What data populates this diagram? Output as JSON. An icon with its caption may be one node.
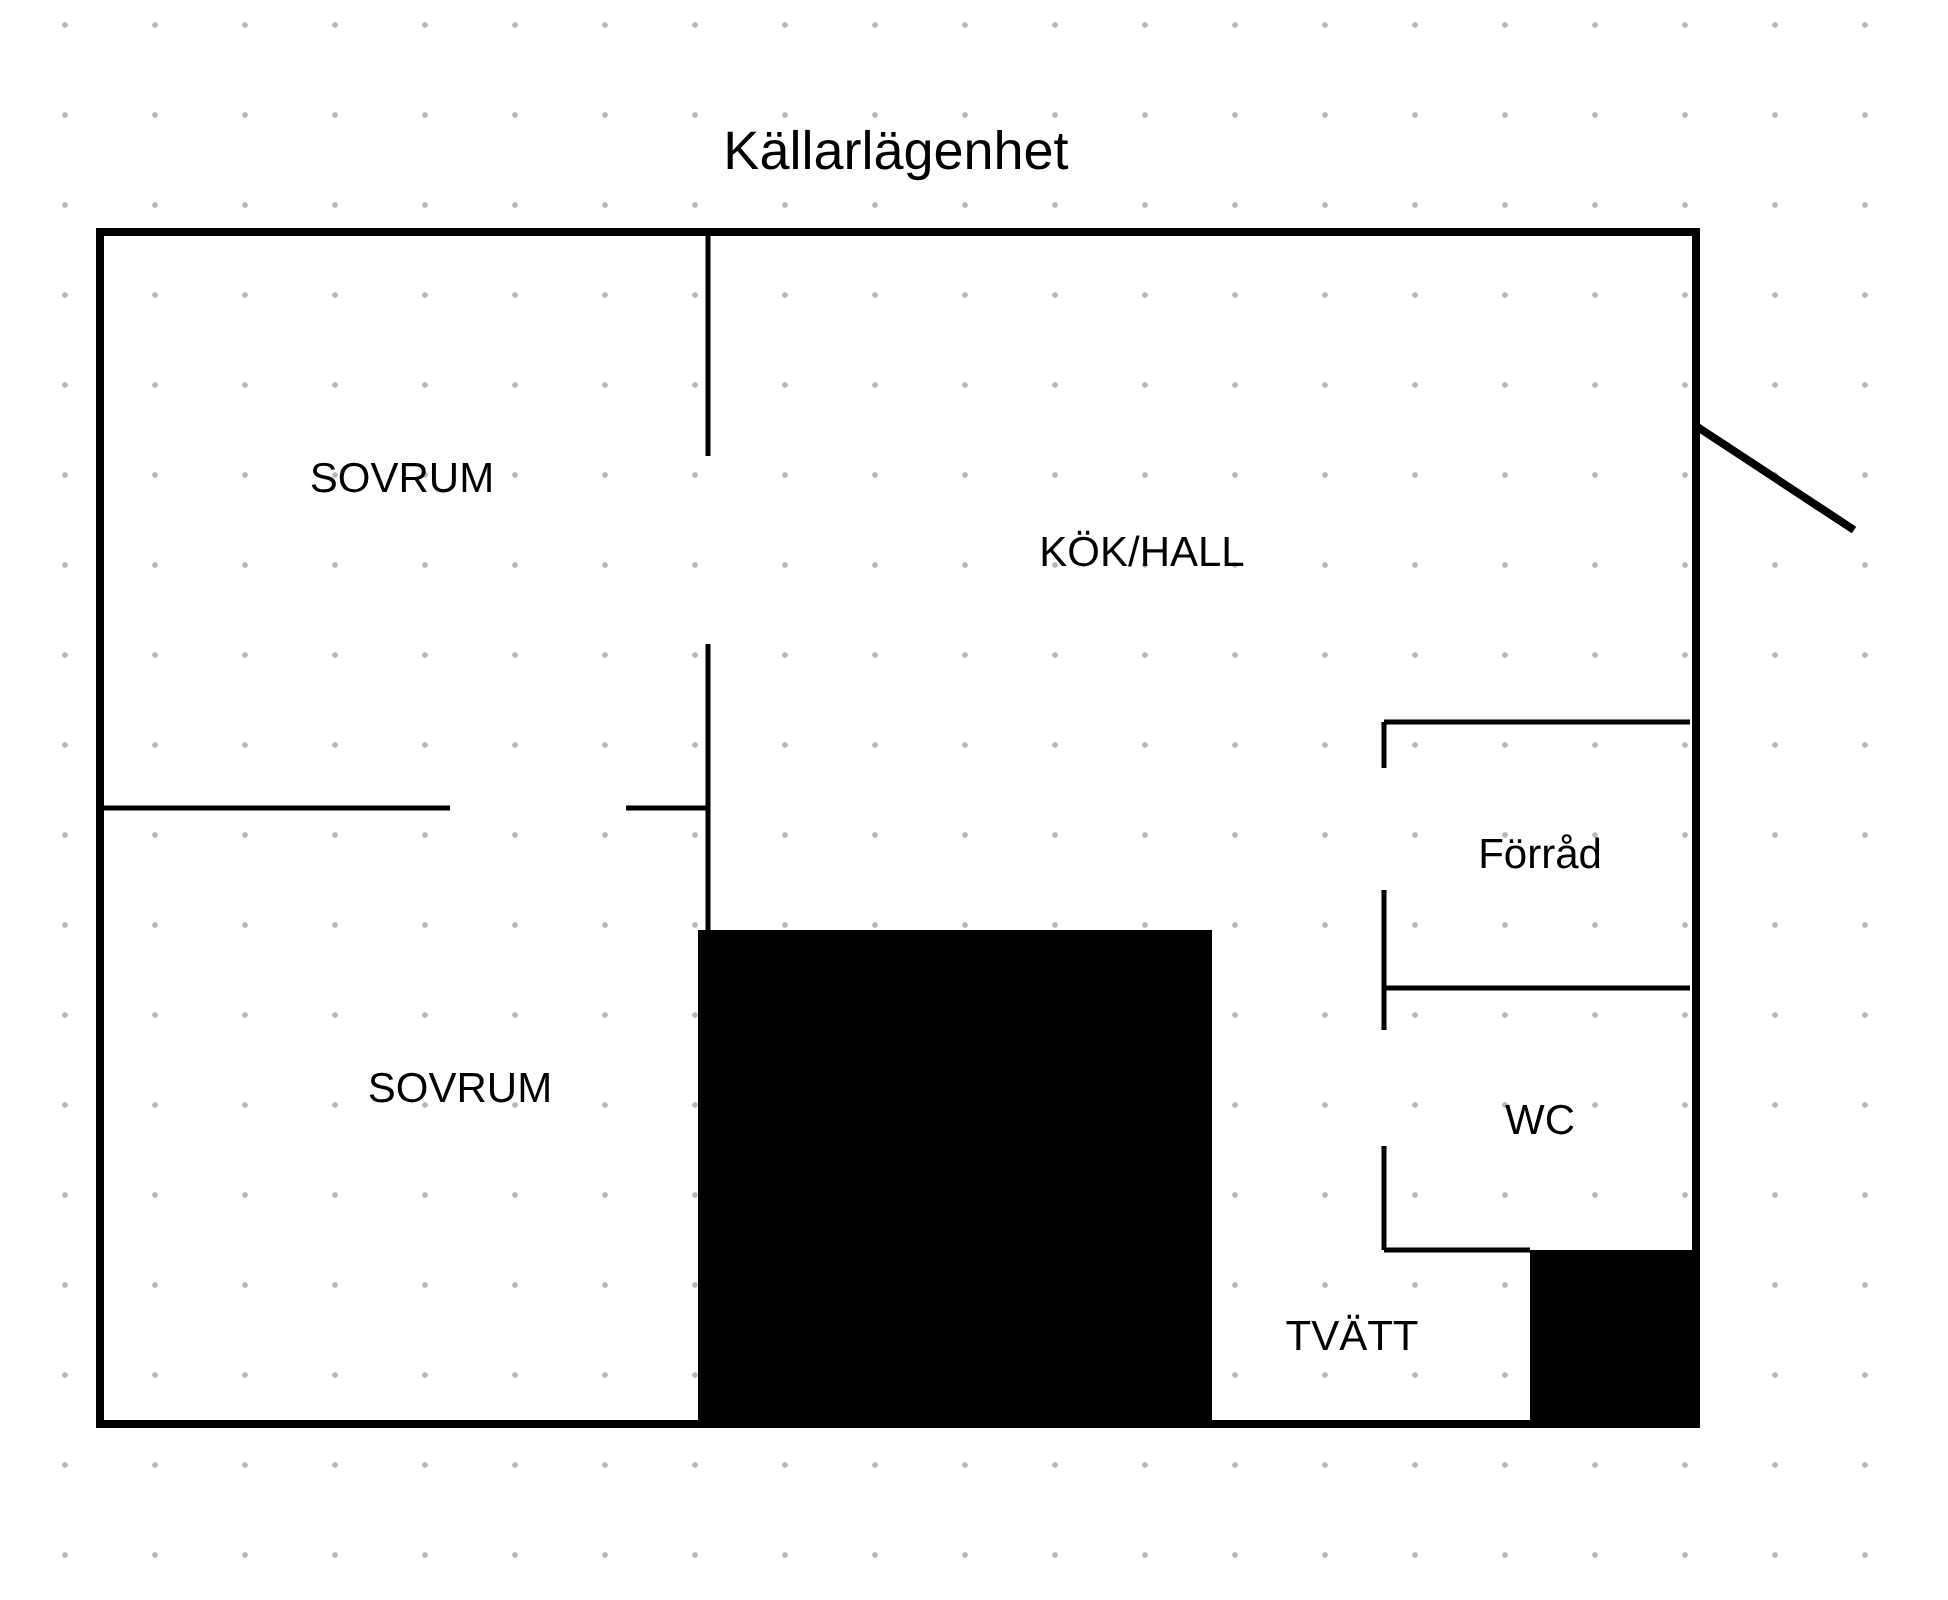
{
  "diagram": {
    "title": "Källarlägenhet",
    "nodes": [
      {
        "text": [
          "SOVRUM"
        ]
      },
      {
        "text": [
          "KÖK/HALL"
        ]
      },
      {
        "text": [
          "Förråd"
        ]
      },
      {
        "text": [
          "SOVRUM"
        ]
      },
      {
        "text": [
          "WC"
        ]
      },
      {
        "text": [
          "TVÄTT"
        ]
      }
    ],
    "edges": []
  }
}
